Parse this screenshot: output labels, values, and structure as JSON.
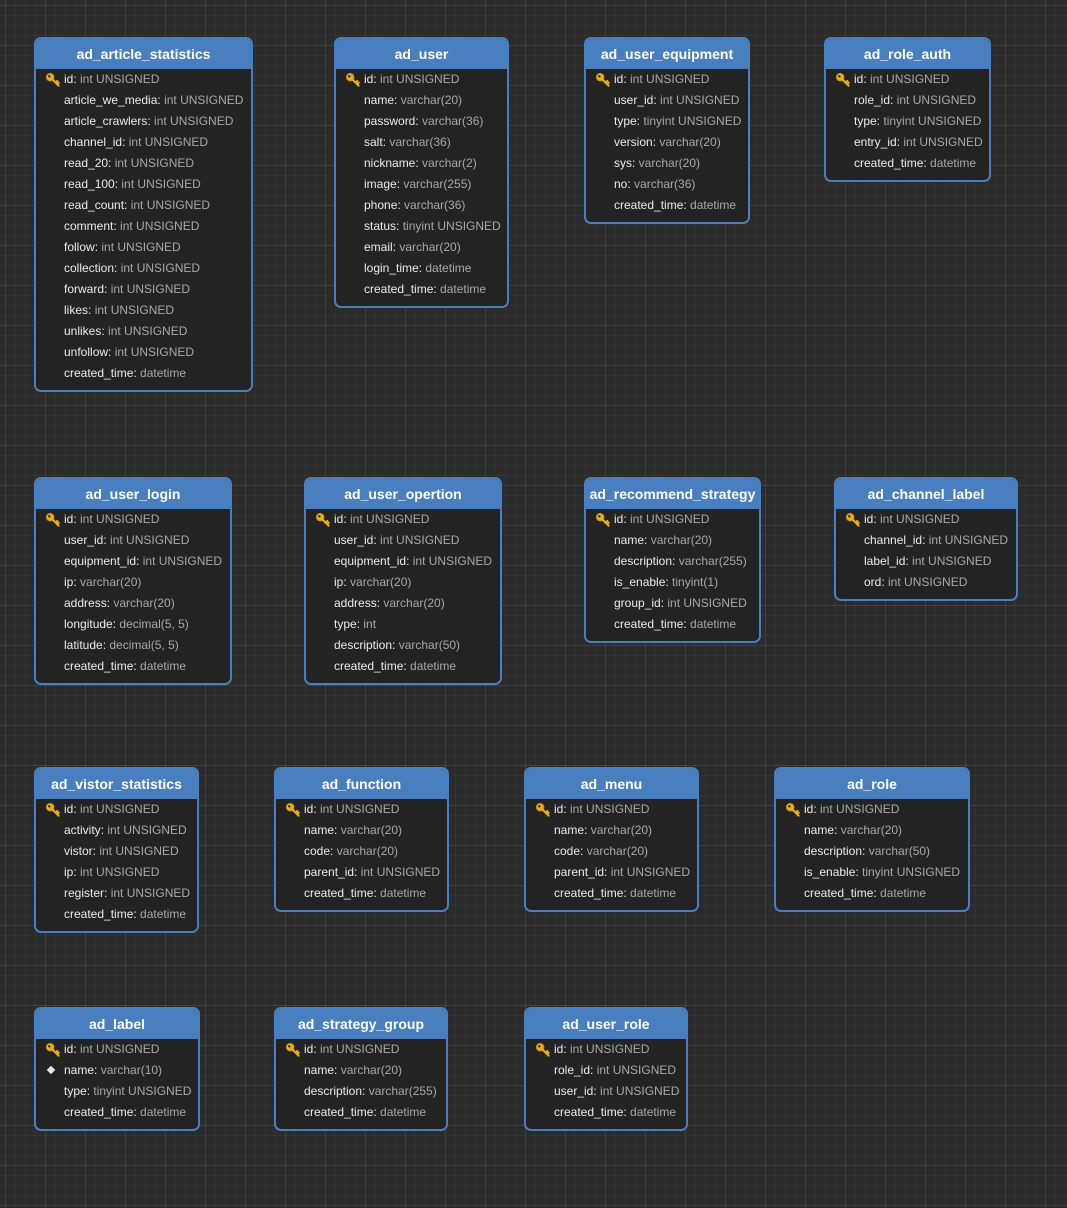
{
  "diagram": {
    "tables": [
      {
        "name": "ad_article_statistics",
        "fields": [
          {
            "name": "id",
            "type": "int UNSIGNED",
            "marker": "key-icon"
          },
          {
            "name": "article_we_media",
            "type": "int UNSIGNED"
          },
          {
            "name": "article_crawlers",
            "type": "int UNSIGNED"
          },
          {
            "name": "channel_id",
            "type": "int UNSIGNED"
          },
          {
            "name": "read_20",
            "type": "int UNSIGNED"
          },
          {
            "name": "read_100",
            "type": "int UNSIGNED"
          },
          {
            "name": "read_count",
            "type": "int UNSIGNED"
          },
          {
            "name": "comment",
            "type": "int UNSIGNED"
          },
          {
            "name": "follow",
            "type": "int UNSIGNED"
          },
          {
            "name": "collection",
            "type": "int UNSIGNED"
          },
          {
            "name": "forward",
            "type": "int UNSIGNED"
          },
          {
            "name": "likes",
            "type": "int UNSIGNED"
          },
          {
            "name": "unlikes",
            "type": "int UNSIGNED"
          },
          {
            "name": "unfollow",
            "type": "int UNSIGNED"
          },
          {
            "name": "created_time",
            "type": "datetime"
          }
        ]
      },
      {
        "name": "ad_user",
        "fields": [
          {
            "name": "id",
            "type": "int UNSIGNED",
            "marker": "key-icon"
          },
          {
            "name": "name",
            "type": "varchar(20)"
          },
          {
            "name": "password",
            "type": "varchar(36)"
          },
          {
            "name": "salt",
            "type": "varchar(36)"
          },
          {
            "name": "nickname",
            "type": "varchar(2)"
          },
          {
            "name": "image",
            "type": "varchar(255)"
          },
          {
            "name": "phone",
            "type": "varchar(36)"
          },
          {
            "name": "status",
            "type": "tinyint UNSIGNED"
          },
          {
            "name": "email",
            "type": "varchar(20)"
          },
          {
            "name": "login_time",
            "type": "datetime"
          },
          {
            "name": "created_time",
            "type": "datetime"
          }
        ]
      },
      {
        "name": "ad_user_equipment",
        "fields": [
          {
            "name": "id",
            "type": "int UNSIGNED",
            "marker": "key-icon"
          },
          {
            "name": "user_id",
            "type": "int UNSIGNED"
          },
          {
            "name": "type",
            "type": "tinyint UNSIGNED"
          },
          {
            "name": "version",
            "type": "varchar(20)"
          },
          {
            "name": "sys",
            "type": "varchar(20)"
          },
          {
            "name": "no",
            "type": "varchar(36)"
          },
          {
            "name": "created_time",
            "type": "datetime"
          }
        ]
      },
      {
        "name": "ad_role_auth",
        "fields": [
          {
            "name": "id",
            "type": "int UNSIGNED",
            "marker": "key-icon"
          },
          {
            "name": "role_id",
            "type": "int UNSIGNED"
          },
          {
            "name": "type",
            "type": "tinyint UNSIGNED"
          },
          {
            "name": "entry_id",
            "type": "int UNSIGNED"
          },
          {
            "name": "created_time",
            "type": "datetime"
          }
        ]
      },
      {
        "name": "ad_user_login",
        "fields": [
          {
            "name": "id",
            "type": "int UNSIGNED",
            "marker": "key-icon"
          },
          {
            "name": "user_id",
            "type": "int UNSIGNED"
          },
          {
            "name": "equipment_id",
            "type": "int UNSIGNED"
          },
          {
            "name": "ip",
            "type": "varchar(20)"
          },
          {
            "name": "address",
            "type": "varchar(20)"
          },
          {
            "name": "longitude",
            "type": "decimal(5, 5)"
          },
          {
            "name": "latitude",
            "type": "decimal(5, 5)"
          },
          {
            "name": "created_time",
            "type": "datetime"
          }
        ]
      },
      {
        "name": "ad_user_opertion",
        "fields": [
          {
            "name": "id",
            "type": "int UNSIGNED",
            "marker": "key-icon"
          },
          {
            "name": "user_id",
            "type": "int UNSIGNED"
          },
          {
            "name": "equipment_id",
            "type": "int UNSIGNED"
          },
          {
            "name": "ip",
            "type": "varchar(20)"
          },
          {
            "name": "address",
            "type": "varchar(20)"
          },
          {
            "name": "type",
            "type": "int"
          },
          {
            "name": "description",
            "type": "varchar(50)"
          },
          {
            "name": "created_time",
            "type": "datetime"
          }
        ]
      },
      {
        "name": "ad_recommend_strategy",
        "fields": [
          {
            "name": "id",
            "type": "int UNSIGNED",
            "marker": "key-icon"
          },
          {
            "name": "name",
            "type": "varchar(20)"
          },
          {
            "name": "description",
            "type": "varchar(255)"
          },
          {
            "name": "is_enable",
            "type": "tinyint(1)"
          },
          {
            "name": "group_id",
            "type": "int UNSIGNED"
          },
          {
            "name": "created_time",
            "type": "datetime"
          }
        ]
      },
      {
        "name": "ad_channel_label",
        "fields": [
          {
            "name": "id",
            "type": "int UNSIGNED",
            "marker": "key-icon"
          },
          {
            "name": "channel_id",
            "type": "int UNSIGNED"
          },
          {
            "name": "label_id",
            "type": "int UNSIGNED"
          },
          {
            "name": "ord",
            "type": "int UNSIGNED"
          }
        ]
      },
      {
        "name": "ad_vistor_statistics",
        "fields": [
          {
            "name": "id",
            "type": "int UNSIGNED",
            "marker": "key-icon"
          },
          {
            "name": "activity",
            "type": "int UNSIGNED"
          },
          {
            "name": "vistor",
            "type": "int UNSIGNED"
          },
          {
            "name": "ip",
            "type": "int UNSIGNED"
          },
          {
            "name": "register",
            "type": "int UNSIGNED"
          },
          {
            "name": "created_time",
            "type": "datetime"
          }
        ]
      },
      {
        "name": "ad_function",
        "fields": [
          {
            "name": "id",
            "type": "int UNSIGNED",
            "marker": "key-icon"
          },
          {
            "name": "name",
            "type": "varchar(20)"
          },
          {
            "name": "code",
            "type": "varchar(20)"
          },
          {
            "name": "parent_id",
            "type": "int UNSIGNED"
          },
          {
            "name": "created_time",
            "type": "datetime"
          }
        ]
      },
      {
        "name": "ad_menu",
        "fields": [
          {
            "name": "id",
            "type": "int UNSIGNED",
            "marker": "key-icon"
          },
          {
            "name": "name",
            "type": "varchar(20)"
          },
          {
            "name": "code",
            "type": "varchar(20)"
          },
          {
            "name": "parent_id",
            "type": "int UNSIGNED"
          },
          {
            "name": "created_time",
            "type": "datetime"
          }
        ]
      },
      {
        "name": "ad_role",
        "fields": [
          {
            "name": "id",
            "type": "int UNSIGNED",
            "marker": "key-icon"
          },
          {
            "name": "name",
            "type": "varchar(20)"
          },
          {
            "name": "description",
            "type": "varchar(50)"
          },
          {
            "name": "is_enable",
            "type": "tinyint UNSIGNED"
          },
          {
            "name": "created_time",
            "type": "datetime"
          }
        ]
      },
      {
        "name": "ad_label",
        "fields": [
          {
            "name": "id",
            "type": "int UNSIGNED",
            "marker": "key-icon"
          },
          {
            "name": "name",
            "type": "varchar(10)",
            "marker": "diamond-icon"
          },
          {
            "name": "type",
            "type": "tinyint UNSIGNED"
          },
          {
            "name": "created_time",
            "type": "datetime"
          }
        ]
      },
      {
        "name": "ad_strategy_group",
        "fields": [
          {
            "name": "id",
            "type": "int UNSIGNED",
            "marker": "key-icon"
          },
          {
            "name": "name",
            "type": "varchar(20)"
          },
          {
            "name": "description",
            "type": "varchar(255)"
          },
          {
            "name": "created_time",
            "type": "datetime"
          }
        ]
      },
      {
        "name": "ad_user_role",
        "fields": [
          {
            "name": "id",
            "type": "int UNSIGNED",
            "marker": "key-icon"
          },
          {
            "name": "role_id",
            "type": "int UNSIGNED"
          },
          {
            "name": "user_id",
            "type": "int UNSIGNED"
          },
          {
            "name": "created_time",
            "type": "datetime"
          }
        ]
      }
    ]
  }
}
